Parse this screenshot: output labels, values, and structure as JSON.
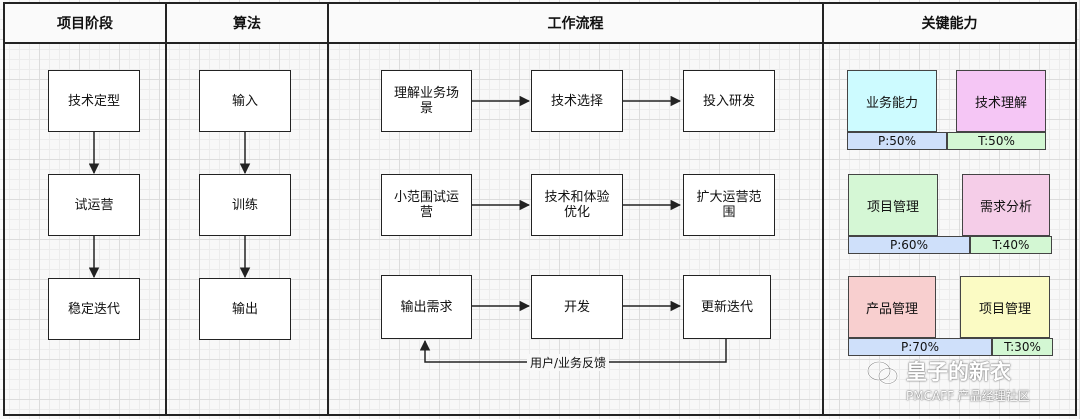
{
  "lanes": {
    "project_stage": "项目阶段",
    "algorithm": "算法",
    "workflow": "工作流程",
    "key_capability": "关键能力"
  },
  "project_stage_nodes": [
    "技术定型",
    "试运营",
    "稳定迭代"
  ],
  "algorithm_nodes": [
    "输入",
    "训练",
    "输出"
  ],
  "workflow": {
    "row1": [
      "理解业务场景",
      "技术选择",
      "投入研发"
    ],
    "row2": [
      "小范围试运营",
      "技术和体验优化",
      "扩大运营范围"
    ],
    "row3": [
      "输出需求",
      "开发",
      "更新迭代"
    ],
    "feedback_label": "用户/业务反馈"
  },
  "capabilities": [
    {
      "skill_a": "业务能力",
      "skill_b": "技术理解",
      "p_label": "P:50%",
      "t_label": "T:50%",
      "p": 0.5,
      "t": 0.5
    },
    {
      "skill_a": "项目管理",
      "skill_b": "需求分析",
      "p_label": "P:60%",
      "t_label": "T:40%",
      "p": 0.6,
      "t": 0.4
    },
    {
      "skill_a": "产品管理",
      "skill_b": "项目管理",
      "p_label": "P:70%",
      "t_label": "T:30%",
      "p": 0.7,
      "t": 0.3
    }
  ],
  "colors": {
    "cap_a": [
      "#cdfbff",
      "#d5f7d5",
      "#f8cfcf"
    ],
    "cap_b": [
      "#f5c6f5",
      "#f5cde8",
      "#fbfbc4"
    ],
    "p_bar": "#cfe0fa",
    "t_bar": "#d3f7d3"
  },
  "watermark": {
    "title": "皇子的新衣",
    "subtitle": "PMCAFF 产品经理社区"
  }
}
